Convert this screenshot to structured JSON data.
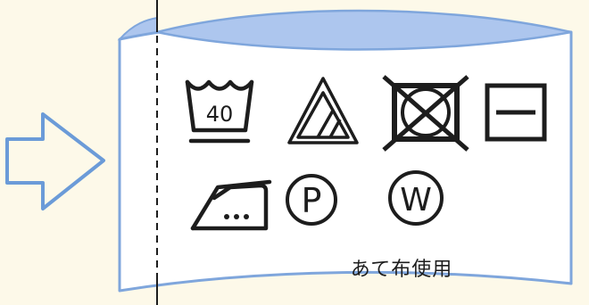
{
  "label": {
    "wash_temperature": "40",
    "note": "あて布使用"
  },
  "icons": [
    "arrow-right-icon",
    "wash-tub-40-icon",
    "bleach-triangle-icon",
    "no-tumble-dry-icon",
    "flat-dry-icon",
    "iron-medium-heat-icon",
    "dry-clean-p-icon",
    "wet-clean-w-icon"
  ],
  "letters": {
    "dry_clean": "P",
    "wet_clean": "W"
  },
  "colors": {
    "background": "#fdf9e9",
    "tag_fill": "#ffffff",
    "tag_outline": "#7fa6dc",
    "tag_fold": "#adc6ee",
    "arrow_outline": "#6b9bd8",
    "symbol": "#1d1d1d"
  }
}
